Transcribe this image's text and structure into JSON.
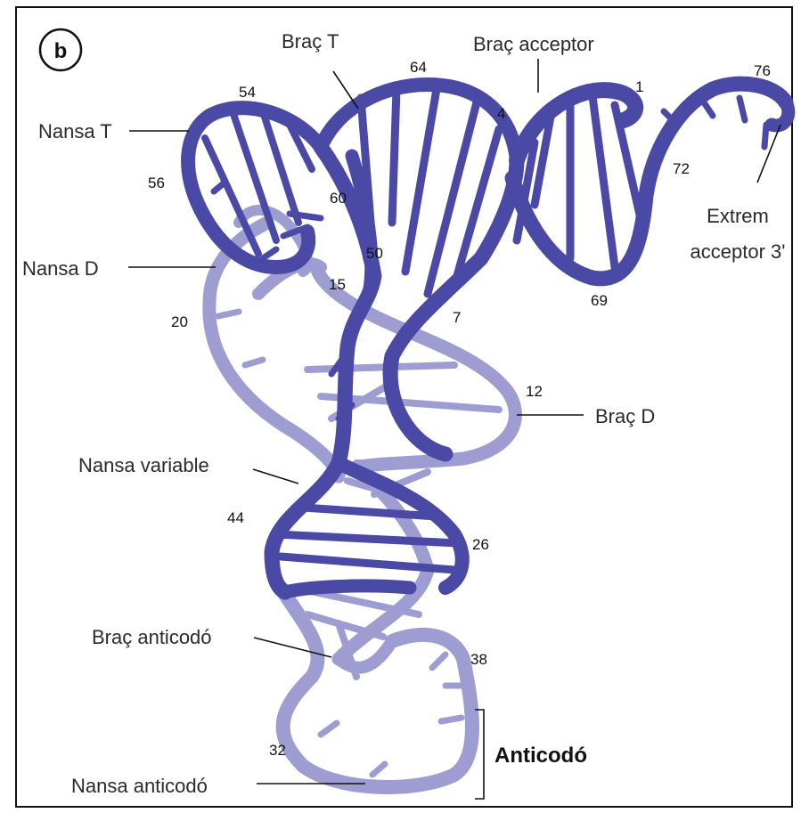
{
  "panel_letter": "b",
  "labels": {
    "t_arm": "Braç T",
    "acceptor_arm": "Braç acceptor",
    "t_loop": "Nansa T",
    "d_loop": "Nansa D",
    "acceptor_end_line1": "Extrem",
    "acceptor_end_line2": "acceptor 3'",
    "d_arm": "Braç D",
    "variable_loop": "Nansa variable",
    "anticodon_arm": "Braç anticodó",
    "anticodon_loop": "Nansa anticodó",
    "anticodon": "Anticodó"
  },
  "positions": [
    "1",
    "4",
    "7",
    "12",
    "15",
    "20",
    "26",
    "32",
    "38",
    "44",
    "50",
    "54",
    "56",
    "60",
    "64",
    "69",
    "72",
    "76"
  ],
  "colors": {
    "backbone_dark": "#4a49a6",
    "backbone_light": "#9e9dd2",
    "frame": "#111111"
  }
}
